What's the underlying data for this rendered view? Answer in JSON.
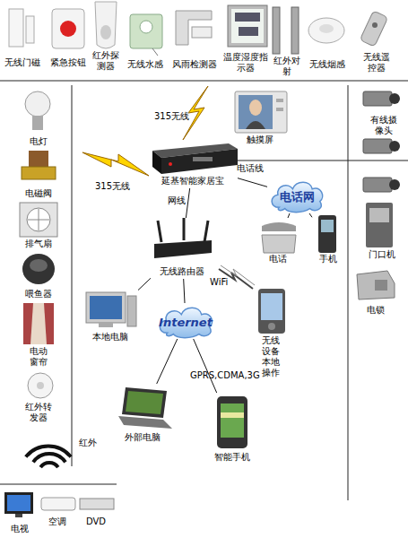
{
  "diagram": {
    "nodes": [
      {
        "text": [
          "无线门磁"
        ]
      },
      {
        "text": [
          "紧急按钮"
        ]
      },
      {
        "text": [
          "红外探测器"
        ]
      },
      {
        "text": [
          "无线水感"
        ]
      },
      {
        "text": [
          "风雨检测器"
        ]
      },
      {
        "text": [
          "温度湿度指示器"
        ]
      },
      {
        "text": [
          "红外对射"
        ]
      },
      {
        "text": [
          "无线烟感"
        ]
      },
      {
        "text": [
          "无线遥控器"
        ]
      },
      {
        "text": [
          "电灯"
        ]
      },
      {
        "text": [
          "电磁阀"
        ]
      },
      {
        "text": [
          "排气扇"
        ]
      },
      {
        "text": [
          "喂鱼器"
        ]
      },
      {
        "text": [
          "电动窗帘"
        ]
      },
      {
        "text": [
          "红外转发器"
        ]
      },
      {
        "text": [
          "触摸屏"
        ]
      },
      {
        "text": [
          "延基智能家居宝"
        ]
      },
      {
        "text": [
          "电话网"
        ]
      },
      {
        "text": [
          "电话"
        ]
      },
      {
        "text": [
          "手机"
        ]
      },
      {
        "text": [
          "无线路由器"
        ]
      },
      {
        "text": [
          "本地电脑"
        ]
      },
      {
        "text": [
          "Internet"
        ]
      },
      {
        "text": [
          "无线设备本地操作"
        ]
      },
      {
        "text": [
          "外部电脑"
        ]
      },
      {
        "text": [
          "智能手机"
        ]
      },
      {
        "text": [
          "有线摄像头"
        ]
      },
      {
        "text": [
          "门口机"
        ]
      },
      {
        "text": [
          "电锁"
        ]
      },
      {
        "text": [
          "电视"
        ]
      },
      {
        "text": [
          "空调"
        ]
      },
      {
        "text": [
          "DVD"
        ]
      }
    ],
    "edges": [
      {
        "from": 16,
        "to": 17,
        "arrow": "none",
        "label": "电话线"
      },
      {
        "from": 16,
        "to": 20,
        "arrow": "none",
        "label": "网线"
      },
      {
        "from": 17,
        "to": 18,
        "arrow": "none"
      },
      {
        "from": 17,
        "to": 19,
        "arrow": "none"
      },
      {
        "from": 20,
        "to": 21,
        "arrow": "none"
      },
      {
        "from": 20,
        "to": 22,
        "arrow": "none"
      },
      {
        "from": 22,
        "to": 24,
        "arrow": "none"
      },
      {
        "from": 22,
        "to": 25,
        "arrow": "none"
      }
    ],
    "labels": [
      "315无线",
      "315无线",
      "WiFi",
      "GPRS,CDMA,3G",
      "红外"
    ]
  }
}
